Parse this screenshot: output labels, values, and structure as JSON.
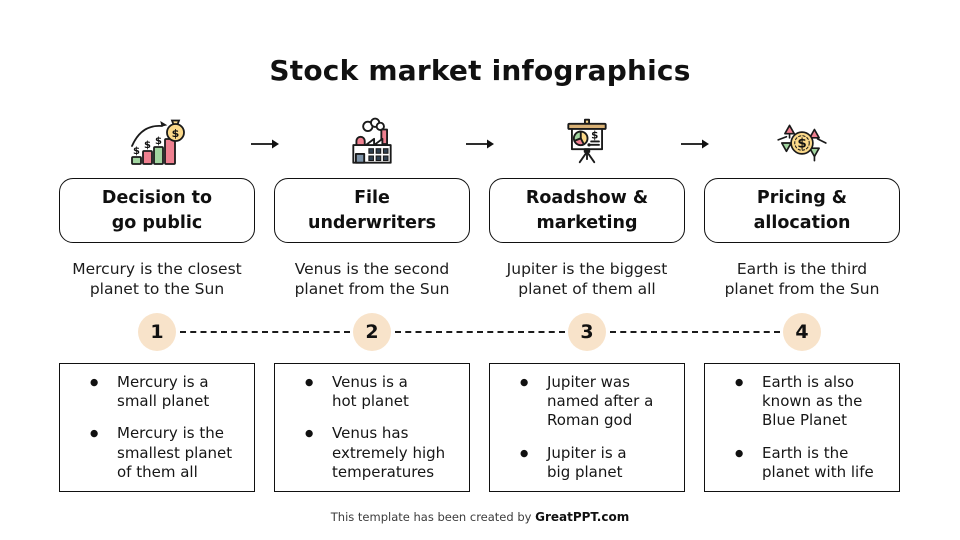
{
  "title": "Stock market infographics",
  "steps": [
    {
      "icon": "growth-chart-money-bag-icon",
      "label": "Decision to\ngo public",
      "description": "Mercury is the closest\nplanet to the Sun",
      "number": "1",
      "bullets": [
        "Mercury is a\nsmall planet",
        "Mercury is the\nsmallest planet\nof them all"
      ]
    },
    {
      "icon": "factory-icon",
      "label": "File\nunderwriters",
      "description": "Venus is the second\nplanet from the Sun",
      "number": "2",
      "bullets": [
        "Venus is a\nhot planet",
        "Venus has\nextremely high\ntemperatures"
      ]
    },
    {
      "icon": "presentation-pie-chart-icon",
      "label": "Roadshow &\nmarketing",
      "description": "Jupiter is the biggest\nplanet of them all",
      "number": "3",
      "bullets": [
        "Jupiter was\nnamed after a\nRoman god",
        "Jupiter is a\nbig planet"
      ]
    },
    {
      "icon": "coin-price-arrows-icon",
      "label": "Pricing &\nallocation",
      "description": "Earth is the third\nplanet from the Sun",
      "number": "4",
      "bullets": [
        "Earth is also\nknown as the\nBlue Planet",
        "Earth is the\nplanet with life"
      ]
    }
  ],
  "footer": {
    "text": "This template has been created by ",
    "brand": "GreatPPT.com"
  },
  "colors": {
    "circle_peach": "#F8E3CA",
    "icon_pink": "#EF8090",
    "icon_green": "#A2D5A0",
    "icon_yellow": "#FBD98A",
    "icon_tan": "#D9B175",
    "window_navy": "#2E3F50",
    "door_blue_gray": "#7D93A8",
    "text": "#111111"
  }
}
